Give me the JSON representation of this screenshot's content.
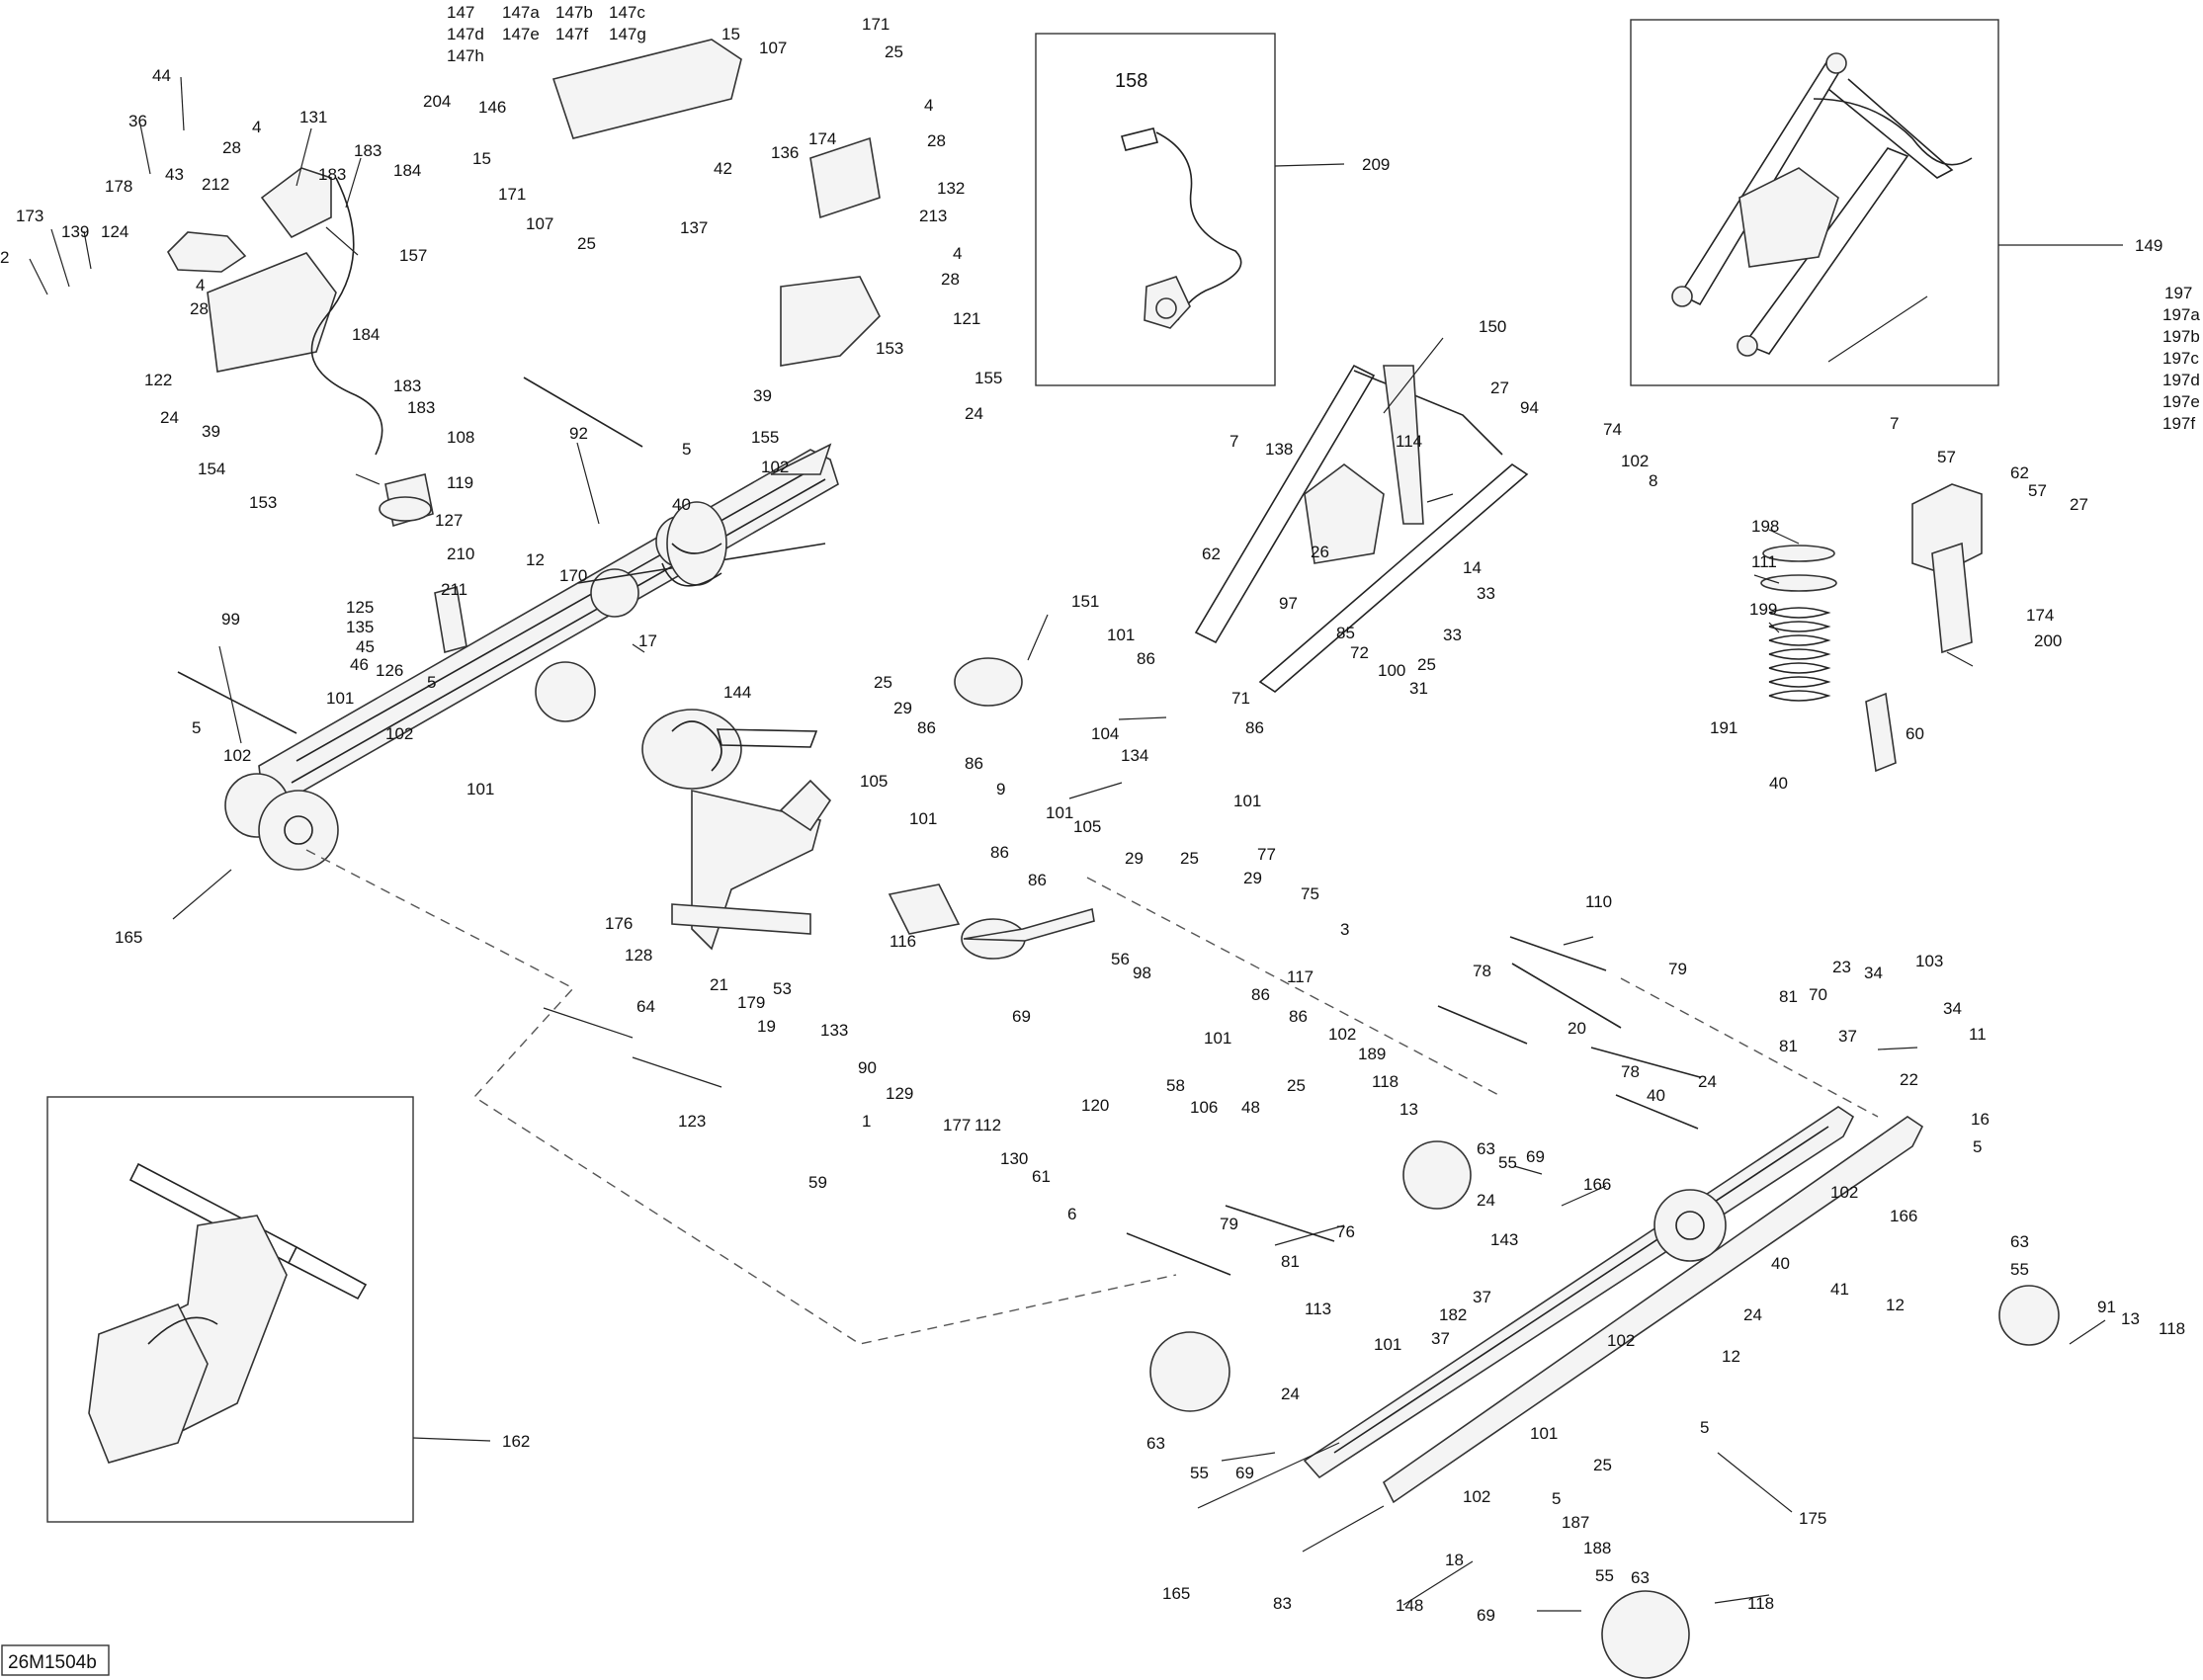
{
  "drawing_code": "26M1504b",
  "inset_labels": {
    "top_center": "158",
    "top_center_ref": "209",
    "top_right_ref": "149",
    "bottom_left_ref": "162"
  },
  "callouts": {
    "c147": "147",
    "c147a": "147a",
    "c147b": "147b",
    "c147c": "147c",
    "c147d": "147d",
    "c147e": "147e",
    "c147f": "147f",
    "c147g": "147g",
    "c147h": "147h",
    "c204": "204",
    "c146": "146",
    "c15a": "15",
    "c107a": "107",
    "c171a": "171",
    "c25a": "25",
    "c4a": "4",
    "c174a": "174",
    "c28a": "28",
    "c136": "136",
    "c15b": "15",
    "c171b": "171",
    "c107b": "107",
    "c25b": "25",
    "c42": "42",
    "c137": "137",
    "c132": "132",
    "c213": "213",
    "c4b": "4",
    "c28b": "28",
    "c121": "121",
    "c153a": "153",
    "c155a": "155",
    "c39a": "39",
    "c155b": "155",
    "c24a": "24",
    "c44": "44",
    "c36": "36",
    "c131": "131",
    "c28c": "28",
    "c4c": "4",
    "c178": "178",
    "c43": "43",
    "c212": "212",
    "c183a": "183",
    "c183b": "183",
    "c184a": "184",
    "c173": "173",
    "c139": "139",
    "c124": "124",
    "c2": "2",
    "c4d": "4",
    "c28d": "28",
    "c157": "157",
    "c122": "122",
    "c184b": "184",
    "c24b": "24",
    "c39b": "39",
    "c183c": "183",
    "c183d": "183",
    "c154": "154",
    "c108": "108",
    "c153b": "153",
    "c119": "119",
    "c127": "127",
    "c210": "210",
    "c125": "125",
    "c211": "211",
    "c135": "135",
    "c45": "45",
    "c46": "46",
    "c126": "126",
    "c12a": "12",
    "c170": "170",
    "c92": "92",
    "c5a": "5",
    "c102a": "102",
    "c40a": "40",
    "c17": "17",
    "c99": "99",
    "c101a": "101",
    "c5b": "5",
    "c102b": "102",
    "c5c": "5",
    "c102c": "102",
    "c101b": "101",
    "c165a": "165",
    "c144": "144",
    "c151": "151",
    "c101c": "101",
    "c86a": "86",
    "c71": "71",
    "c104": "104",
    "c86b": "86",
    "c25c": "25",
    "c29a": "29",
    "c86c": "86",
    "c134": "134",
    "c105a": "105",
    "c86d": "86",
    "c9": "9",
    "c101d": "101",
    "c101e": "101",
    "c105b": "105",
    "c86e": "86",
    "c86f": "86",
    "c29b": "29",
    "c25d": "25",
    "c101f": "101",
    "c176": "176",
    "c128": "128",
    "c116": "116",
    "c77": "77",
    "c29c": "29",
    "c75": "75",
    "c3": "3",
    "c64": "64",
    "c21": "21",
    "c179": "179",
    "c53": "53",
    "c19": "19",
    "c133": "133",
    "c56": "56",
    "c98": "98",
    "c69a": "69",
    "c90": "90",
    "c129": "129",
    "c117": "117",
    "c86g": "86",
    "c86h": "86",
    "c101g": "101",
    "c102d": "102",
    "c189": "189",
    "c123": "123",
    "c1": "1",
    "c177": "177",
    "c112": "112",
    "c130": "130",
    "c120": "120",
    "c58": "58",
    "c106": "106",
    "c25e": "25",
    "c48": "48",
    "c118a": "118",
    "c61": "61",
    "c6": "6",
    "c59": "59",
    "c150": "150",
    "c27a": "27",
    "c94": "94",
    "c7a": "7",
    "c138": "138",
    "c114": "114",
    "c74": "74",
    "c102e": "102",
    "c8": "8",
    "c62a": "62",
    "c26": "26",
    "c14": "14",
    "c33a": "33",
    "c97": "97",
    "c85": "85",
    "c72": "72",
    "c33b": "33",
    "c25f": "25",
    "c100": "100",
    "c31": "31",
    "c197": "197",
    "c197a": "197a",
    "c197b": "197b",
    "c197c": "197c",
    "c197d": "197d",
    "c197e": "197e",
    "c197f": "197f",
    "c7b": "7",
    "c57a": "57",
    "c62b": "62",
    "c57b": "57",
    "c27b": "27",
    "c198": "198",
    "c111": "111",
    "c199": "199",
    "c174b": "174",
    "c200": "200",
    "c191": "191",
    "c60": "60",
    "c40b": "40",
    "c110": "110",
    "c78a": "78",
    "c79a": "79",
    "c20": "20",
    "c78b": "78",
    "c40c": "40",
    "c24c": "24",
    "c81a": "81",
    "c70": "70",
    "c23": "23",
    "c34a": "34",
    "c103": "103",
    "c34b": "34",
    "c11": "11",
    "c37a": "37",
    "c81b": "81",
    "c22": "22",
    "c16": "16",
    "c5d": "5",
    "c13a": "13",
    "c63a": "63",
    "c55a": "55",
    "c69b": "69",
    "c76": "76",
    "c24d": "24",
    "c143": "143",
    "c166a": "166",
    "c102f": "102",
    "c166b": "166",
    "c79b": "79",
    "c81c": "81",
    "c113": "113",
    "c37b": "37",
    "c182": "182",
    "c37c": "37",
    "c40d": "40",
    "c41": "41",
    "c12b": "12",
    "c63b": "63",
    "c55b": "55",
    "c24e": "24",
    "c102g": "102",
    "c12c": "12",
    "c91": "91",
    "c13b": "13",
    "c118b": "118",
    "c101h": "101",
    "c24f": "24",
    "c63c": "63",
    "c55c": "55",
    "c69c": "69",
    "c101i": "101",
    "c25g": "25",
    "c5e": "5",
    "c5f": "5",
    "c102h": "102",
    "c187": "187",
    "c188": "188",
    "c175": "175",
    "c18": "18",
    "c165b": "165",
    "c83": "83",
    "c148": "148",
    "c69d": "69",
    "c55d": "55",
    "c63d": "63",
    "c118c": "118"
  }
}
